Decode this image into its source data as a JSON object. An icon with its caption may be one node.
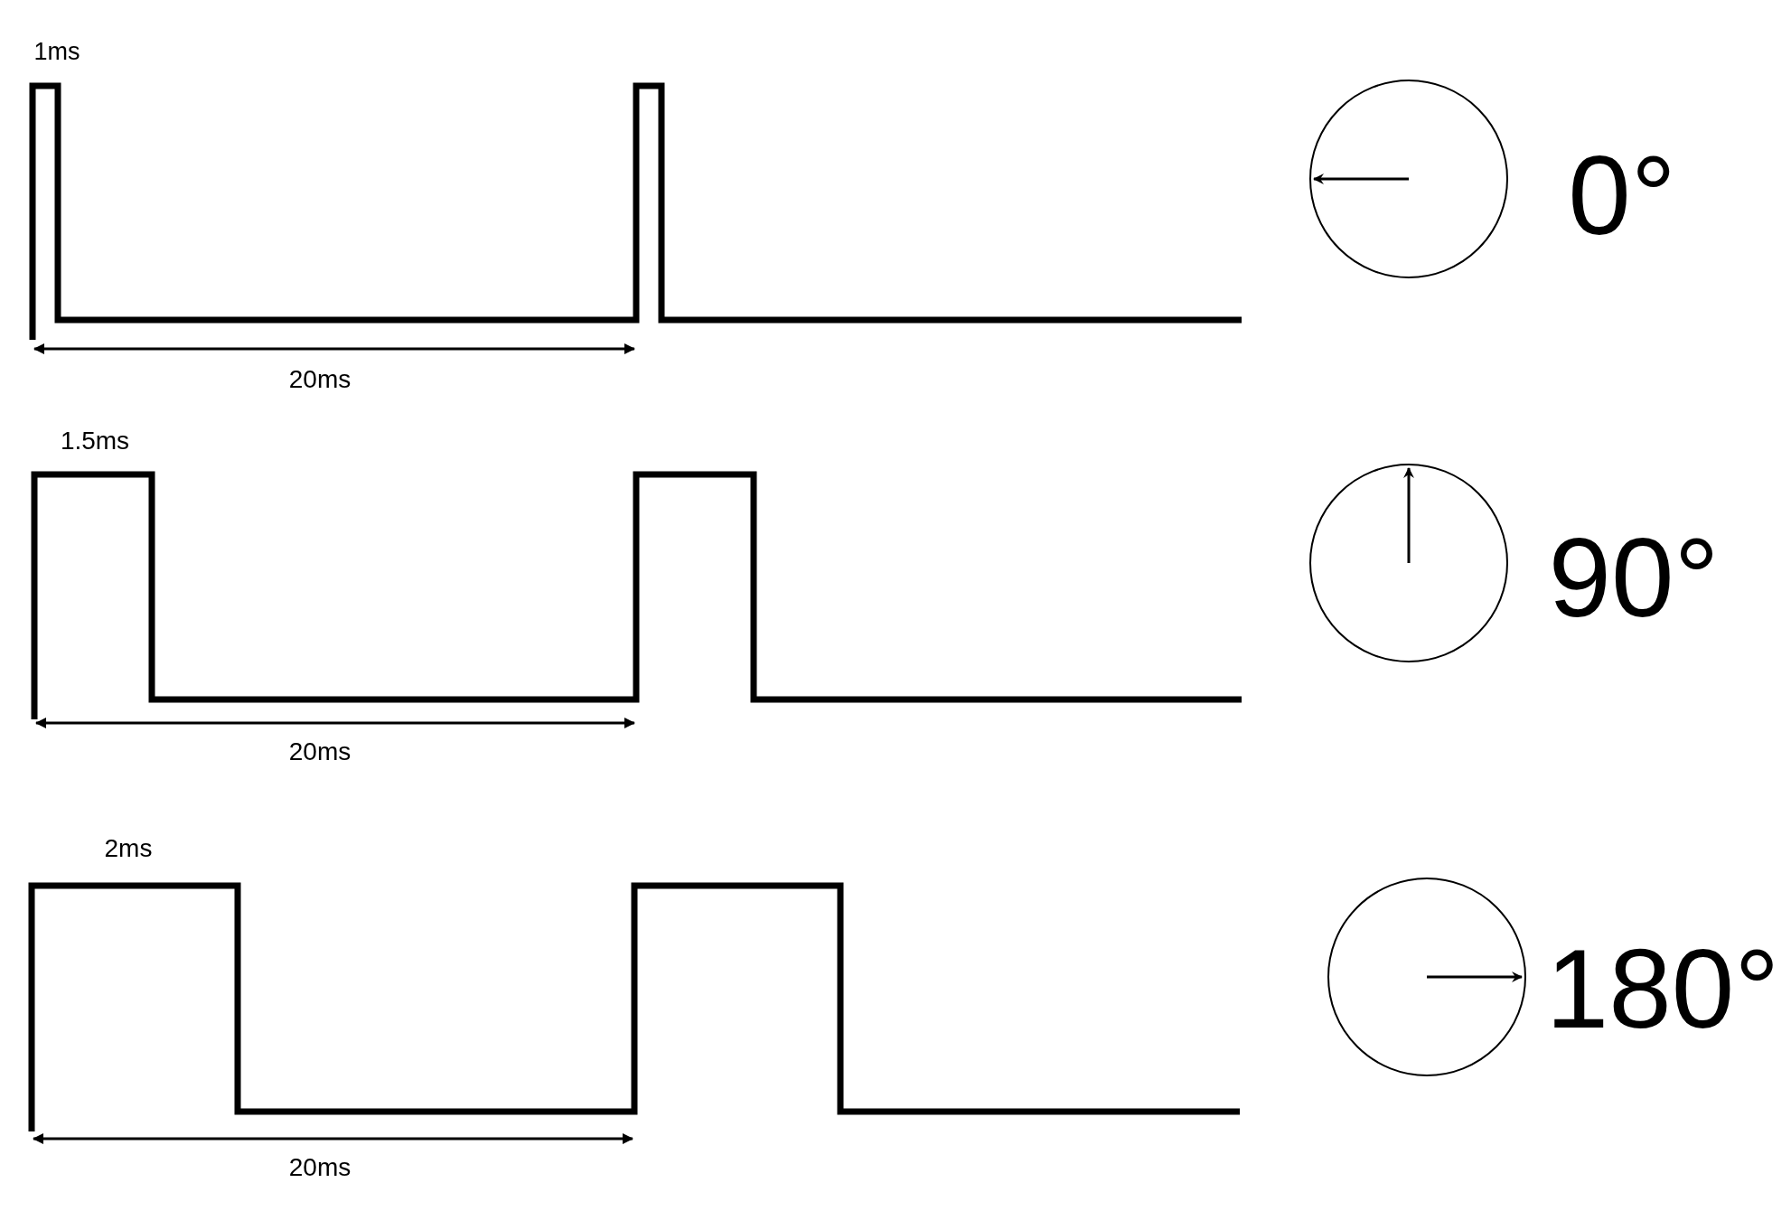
{
  "diagram": {
    "labels": [
      "1ms",
      "0°",
      "20ms",
      "1.5ms",
      "90°",
      "20ms",
      "2ms",
      "180°",
      "20ms"
    ]
  }
}
